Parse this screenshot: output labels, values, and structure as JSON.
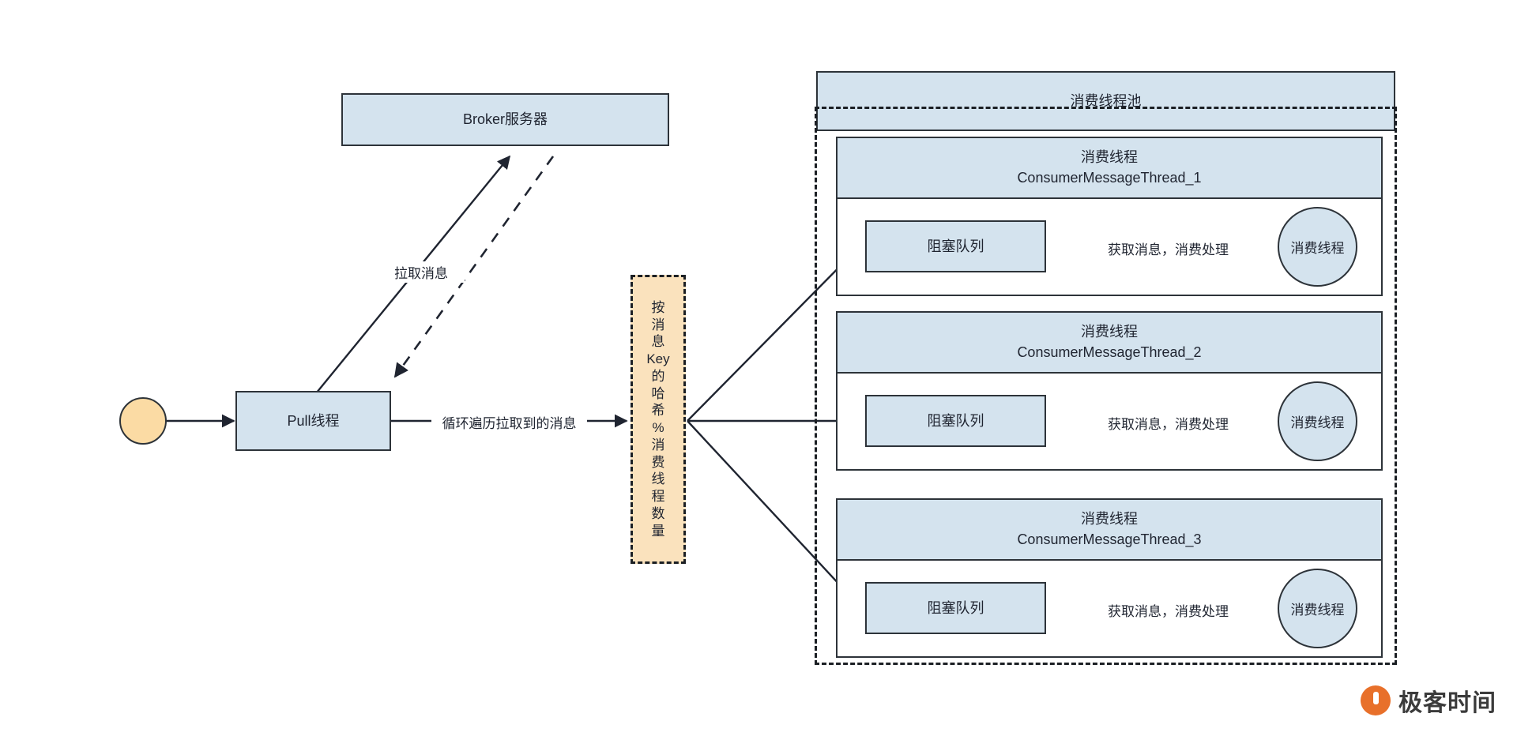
{
  "diagram": {
    "title_alt": "RocketMQ 消费线程池顺序消费流程图",
    "colors": {
      "box_fill": "#d4e3ee",
      "box_stroke": "#2d3339",
      "orange_fill": "#fae2bd",
      "orange_stroke": "#1b1f24",
      "start_fill": "#fbdba4",
      "brand_orange": "#e8702a"
    }
  },
  "broker": {
    "label": "Broker服务器"
  },
  "pull_thread": {
    "label": "Pull线程"
  },
  "start_node": {
    "label": ""
  },
  "edges": {
    "pull_message": "拉取消息",
    "loop_messages": "循环遍历拉取到的消息"
  },
  "hash_router": {
    "chars": [
      "按",
      "消",
      "息",
      "Key",
      "的",
      "哈",
      "希",
      "%",
      "消",
      "费",
      "线",
      "程",
      "数",
      "量"
    ],
    "full_text": "按消息Key的哈希%消费线程数量"
  },
  "thread_pool": {
    "header_label": "消费线程池",
    "groups": [
      {
        "title_line1": "消费线程",
        "title_line2": "ConsumerMessageThread_1",
        "queue_label": "阻塞队列",
        "edge_label": "获取消息，消费处理",
        "consumer_label": "消费线程"
      },
      {
        "title_line1": "消费线程",
        "title_line2": "ConsumerMessageThread_2",
        "queue_label": "阻塞队列",
        "edge_label": "获取消息，消费处理",
        "consumer_label": "消费线程"
      },
      {
        "title_line1": "消费线程",
        "title_line2": "ConsumerMessageThread_3",
        "queue_label": "阻塞队列",
        "edge_label": "获取消息，消费处理",
        "consumer_label": "消费线程"
      }
    ]
  },
  "watermark": {
    "brand": "极客时间"
  }
}
